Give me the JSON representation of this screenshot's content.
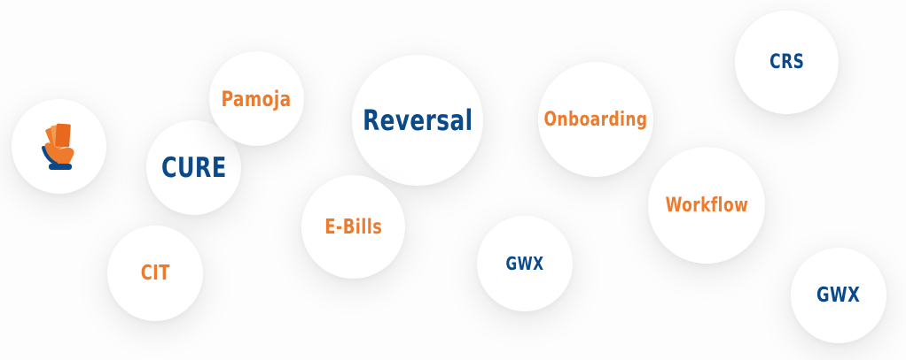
{
  "colors": {
    "orange": "#ee7a2c",
    "blue": "#0b4a8a",
    "bubble": "#ffffff",
    "background": "#fdfdfd"
  },
  "logo": {
    "icon": "brand-logo-icon"
  },
  "bubbles": {
    "cure": "CURE",
    "pamoja": "Pamoja",
    "reversal": "Reversal",
    "onboarding": "Onboarding",
    "crs": "CRS",
    "workflow": "Workflow",
    "ebills": "E-Bills",
    "gwx1": "GWX",
    "cit": "CIT",
    "gwx2": "GWX"
  }
}
